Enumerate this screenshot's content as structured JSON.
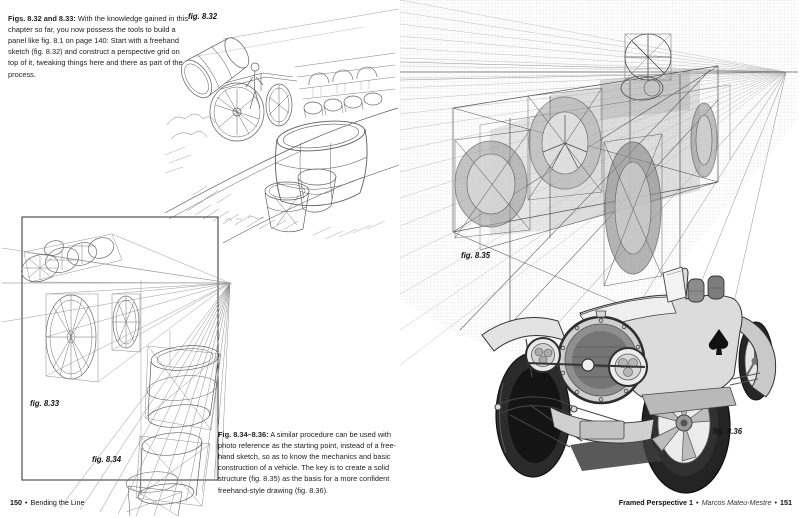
{
  "left_page": {
    "caption_top": {
      "lead": "Figs. 8.32 and 8.33:",
      "body": "With the knowledge gained in this chapter so far, you now possess the tools to build a panel like fig. 8.1 on page 140: Start with a freehand sketch (fig. 8.32) and construct a perspective grid on top of it, tweaking things here and there as part of the process."
    },
    "caption_bottom": {
      "lead": "Fig. 8.34–8.36:",
      "body": "A similar procedure can be used with photo reference as the starting point, instead of a free-hand sketch, so as to know the mechanics and basic construction of a vehicle. The key is to create a solid structure (fig. 8.35) as the basis for a more confident freehand-style drawing (fig. 8.36)."
    },
    "fig_labels": {
      "fig832": "fig. 8.32",
      "fig833": "fig. 8.33",
      "fig834": "fig. 8.34"
    },
    "footer": {
      "page_number": "150",
      "separator": "•",
      "chapter": "Bending the Line"
    }
  },
  "right_page": {
    "fig_labels": {
      "fig835": "fig. 8.35",
      "fig836": "fig. 8.36"
    },
    "footer": {
      "book": "Framed Perspective 1",
      "separator": "•",
      "author": "Marcos Mateu-Mestre",
      "page_number": "151"
    }
  },
  "artwork_colors": {
    "sketch_ink": "#4c4c4c",
    "construction_line": "#8a8a8a",
    "grid_mesh": "#cccccc",
    "tire_black": "#242424",
    "body_grey": "#d8d8d8"
  }
}
